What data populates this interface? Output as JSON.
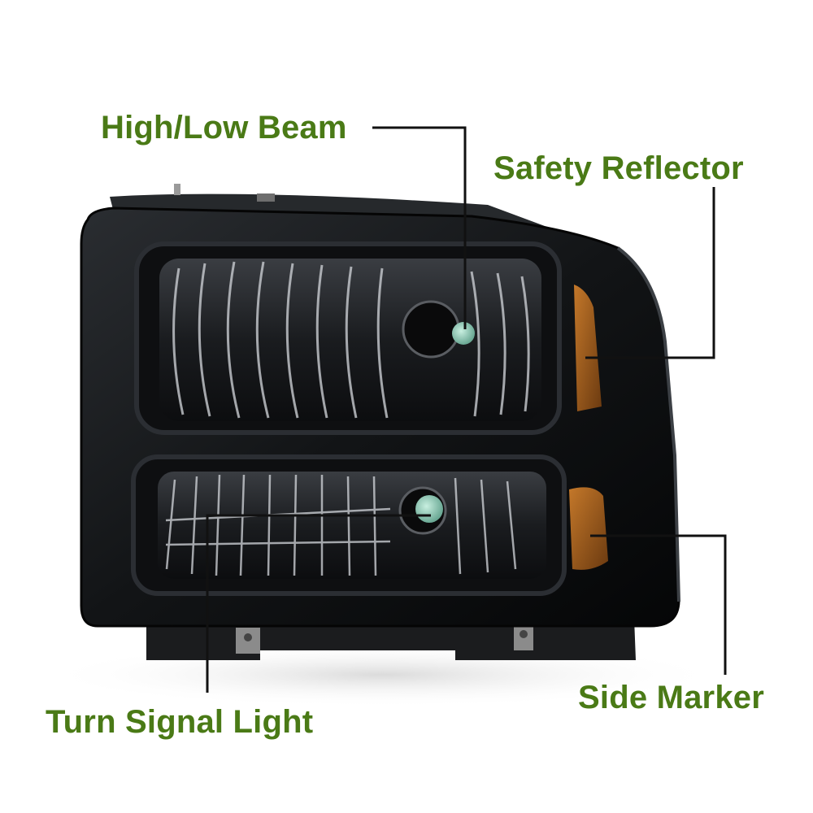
{
  "labels": {
    "high_low_beam": "High/Low Beam",
    "safety_reflector": "Safety Reflector",
    "side_marker": "Side Marker",
    "turn_signal_light": "Turn Signal Light"
  },
  "colors": {
    "label_text": "#4a7a16",
    "leader_line": "#111111",
    "housing": "#141618",
    "amber": "#b0661c",
    "bulb": "#8fc9b4"
  }
}
